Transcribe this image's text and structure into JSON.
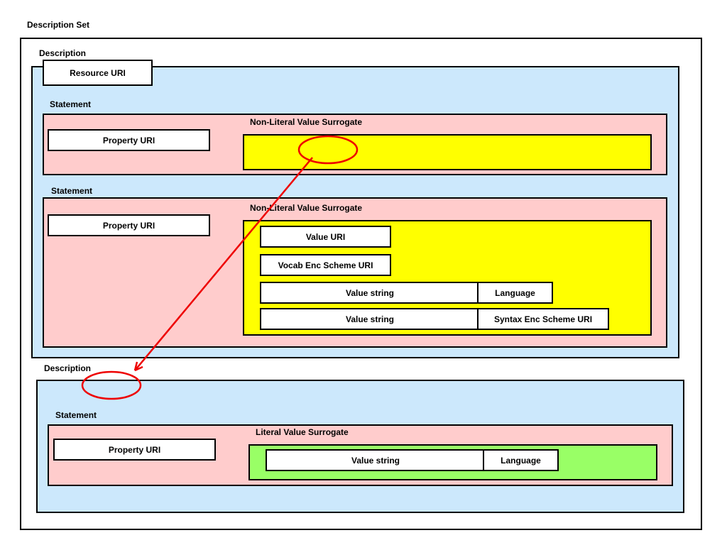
{
  "description_set": {
    "label": "Description Set"
  },
  "description_1": {
    "label": "Description",
    "resource_uri": "Resource URI",
    "statement_1": {
      "label": "Statement",
      "property_uri": "Property URI",
      "surrogate_label": "Non-Literal Value Surrogate"
    },
    "statement_2": {
      "label": "Statement",
      "property_uri": "Property URI",
      "surrogate_label": "Non-Literal Value Surrogate",
      "value_uri": "Value URI",
      "vocab_enc_scheme_uri": "Vocab Enc Scheme URI",
      "value_string_1": "Value string",
      "language": "Language",
      "value_string_2": "Value string",
      "syntax_enc_scheme_uri": "Syntax Enc Scheme URI"
    }
  },
  "description_2": {
    "label": "Description",
    "statement": {
      "label": "Statement",
      "property_uri": "Property URI",
      "surrogate_label": "Literal Value Surrogate",
      "value_string": "Value string",
      "language": "Language"
    }
  },
  "colors": {
    "description_bg": "#cce8fc",
    "statement_bg": "#ffcccc",
    "non_literal_bg": "#ffff00",
    "literal_bg": "#99ff66",
    "connector": "#ee0000"
  }
}
